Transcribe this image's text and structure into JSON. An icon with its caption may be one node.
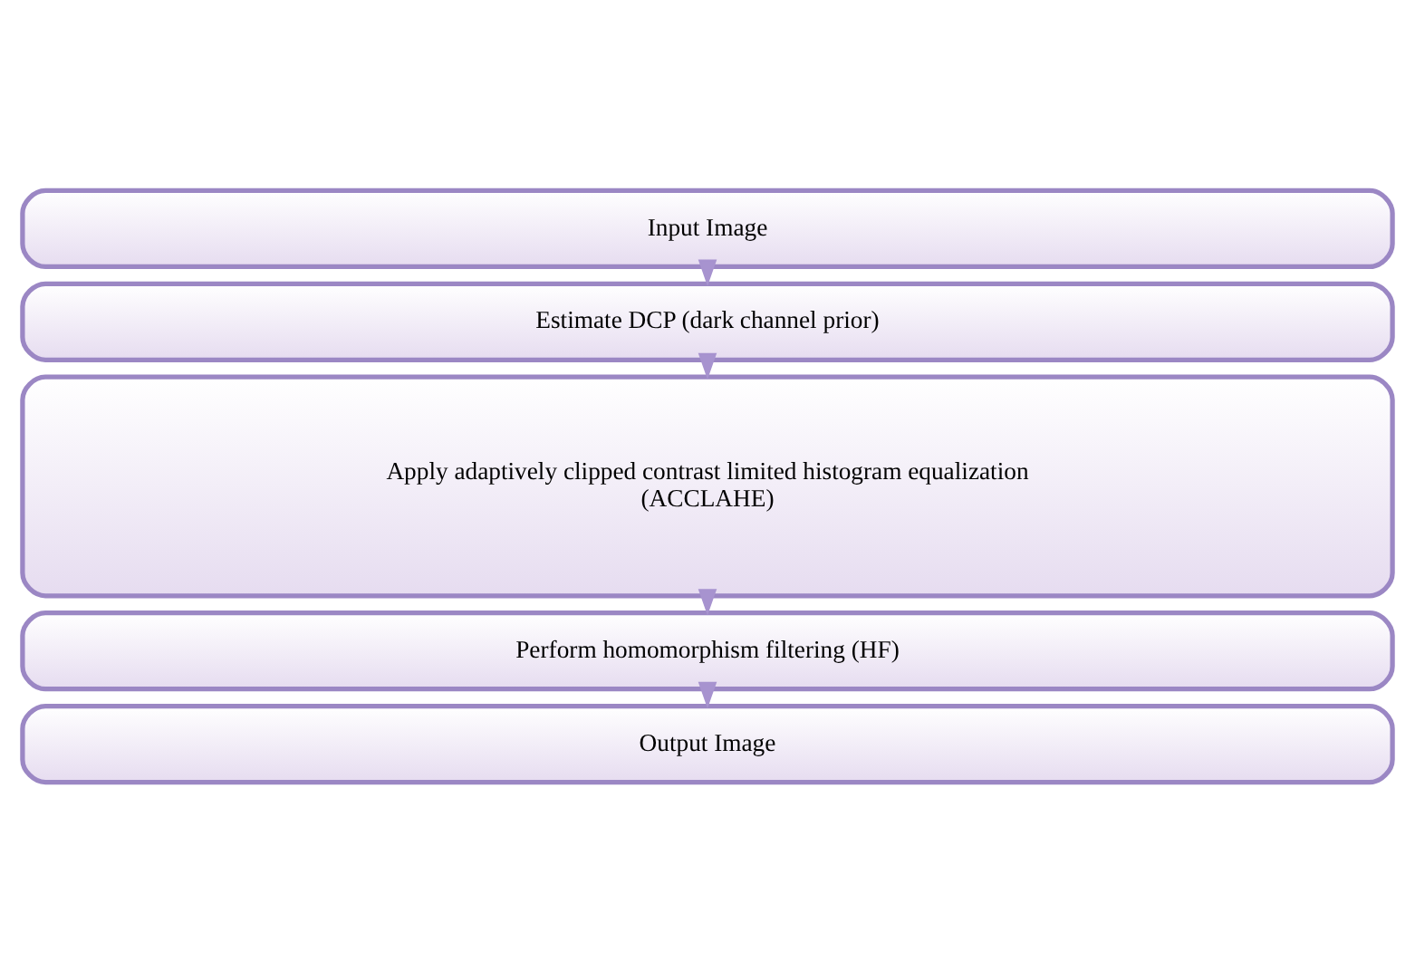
{
  "diagram": {
    "nodes": [
      {
        "text": [
          "Input Image"
        ]
      },
      {
        "text": [
          "Estimate DCP (dark channel prior)"
        ]
      },
      {
        "text": [
          "Apply adaptively clipped contrast limited histogram equalization (ACCLAHE)"
        ]
      },
      {
        "text": [
          "Perform homomorphism filtering (HF)"
        ]
      },
      {
        "text": [
          "Output Image"
        ]
      }
    ],
    "edges": [
      {
        "from": 0,
        "to": 1,
        "arrow": "to"
      },
      {
        "from": 1,
        "to": 2,
        "arrow": "to"
      },
      {
        "from": 2,
        "to": 3,
        "arrow": "to"
      },
      {
        "from": 3,
        "to": 4,
        "arrow": "to"
      }
    ]
  }
}
